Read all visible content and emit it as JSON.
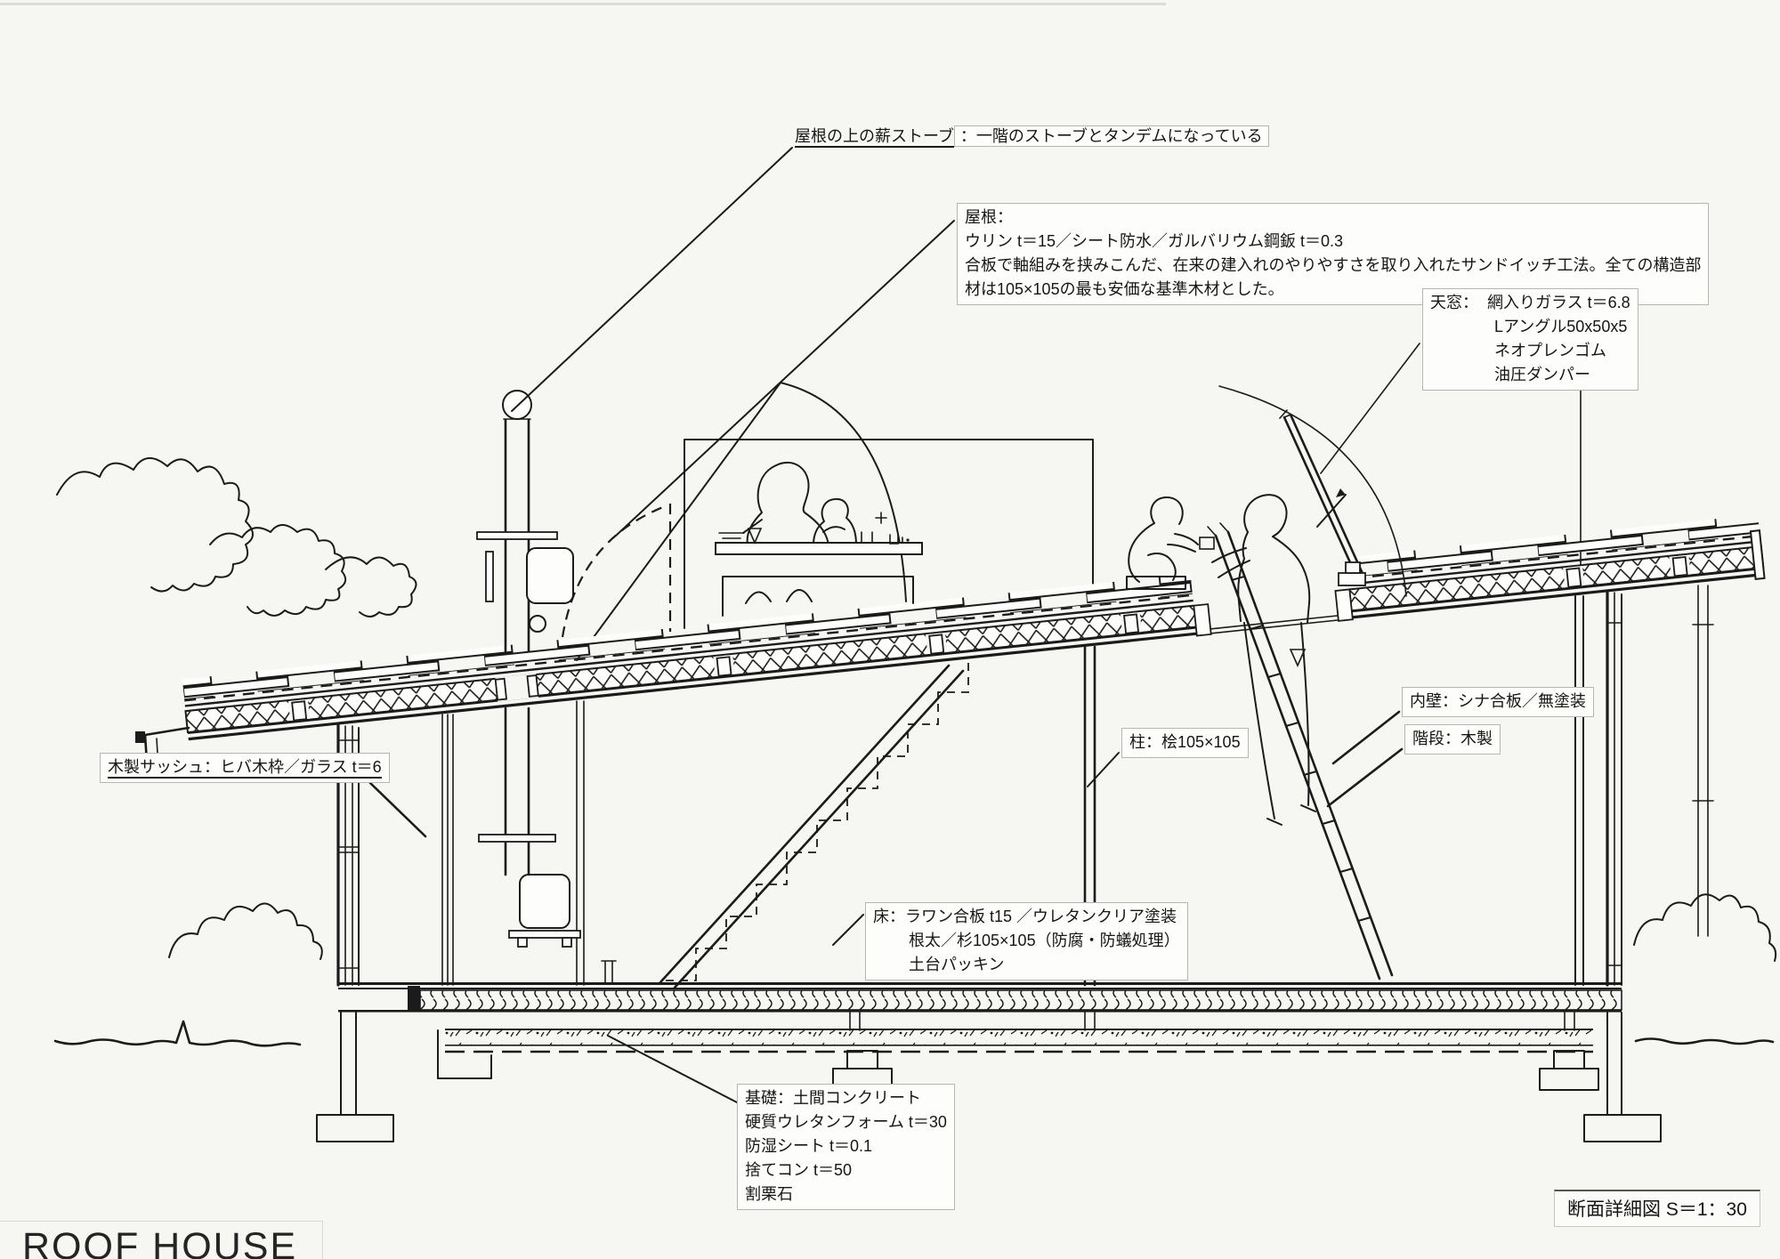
{
  "doc": {
    "logo": "ROOF HOUSE",
    "scale_title": "断面詳細図 S＝1：30"
  },
  "labels": {
    "stove": {
      "head": "屋根の上の薪ストーブ",
      "body": "：一階のストーブとタンデムになっている"
    },
    "roof": {
      "head": "屋根：",
      "line1": "ウリン t＝15／シート防水／ガルバリウム鋼鈑 t＝0.3",
      "line2": "合板で軸組みを挟みこんだ、在来の建入れのやりやすさを取り入れたサンドイッチ工法。全ての構造部",
      "line3": "材は105×105の最も安価な基準木材とした。"
    },
    "skylight": {
      "prefix": "天窓：",
      "line1": "網入りガラス t＝6.8",
      "line2": "Lアングル50x50x5",
      "line3": "ネオプレンゴム",
      "line4": "油圧ダンパー"
    },
    "sash": "木製サッシュ：ヒバ木枠／ガラス t＝6",
    "column": "柱：桧105×105",
    "interior_wall": "内壁：シナ合板／無塗装",
    "stairs": "階段：木製",
    "floor": {
      "line1": "床：ラワン合板 t15 ／ウレタンクリア塗装",
      "line2": "根太／杉105×105（防腐・防蟻処理）",
      "line3": "土台パッキン"
    },
    "foundation": {
      "line1": "基礎：土間コンクリート",
      "line2": "硬質ウレタンフォーム t＝30",
      "line3": "防湿シート t＝0.1",
      "line4": "捨てコン t＝50",
      "line5": "割栗石"
    }
  },
  "colors": {
    "ink": "#1b1b1b",
    "paper": "#f6f6f2",
    "box_border": "#b6b6b0"
  }
}
